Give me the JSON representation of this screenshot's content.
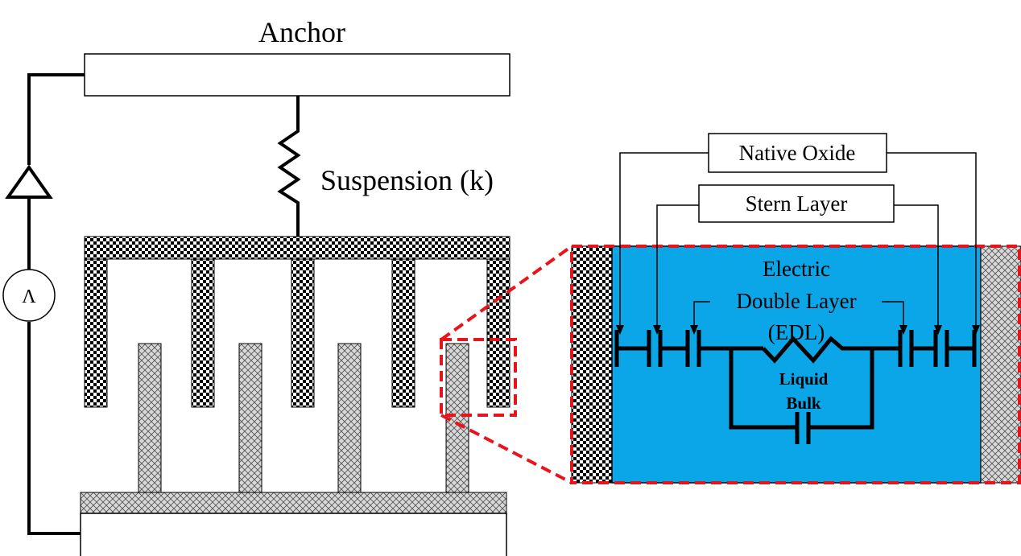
{
  "labels": {
    "anchor": "Anchor",
    "suspension": "Suspension (k)",
    "amplifier_symbol": "Λ",
    "native_oxide": "Native Oxide",
    "stern_layer": "Stern Layer",
    "edl_line1": "Electric",
    "edl_line2": "Double Layer",
    "edl_line3": "(EDL)",
    "liquid": "Liquid",
    "bulk": "Bulk"
  },
  "colors": {
    "liquid_fill": "#0aa6e8",
    "zoom_outline": "#e8141b",
    "stroke": "#000000",
    "hatch_fill": "#d9d9d9"
  },
  "icons": {
    "amplifier": "triangle-amplifier-icon",
    "resistor": "zigzag-resistor-icon",
    "capacitor": "capacitor-icon"
  }
}
